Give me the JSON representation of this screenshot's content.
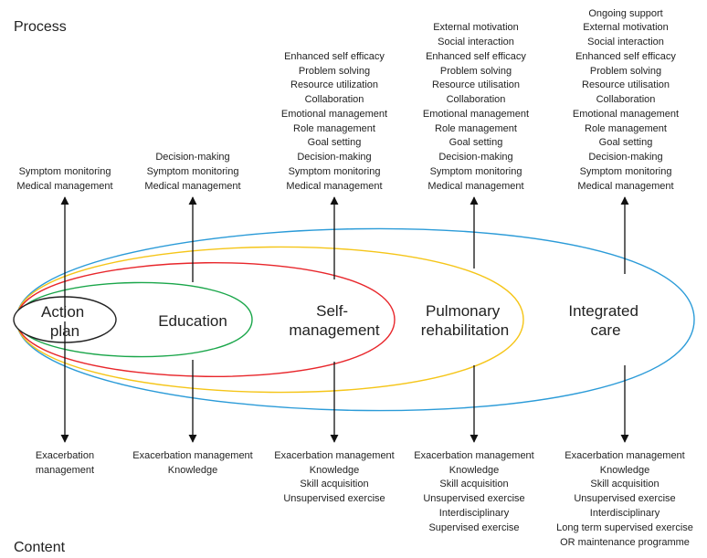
{
  "labels": {
    "process": "Process",
    "content": "Content"
  },
  "stages": [
    {
      "id": "action-plan",
      "name_lines": [
        "Action",
        "plan"
      ],
      "color": "#222222",
      "process": [
        "Symptom monitoring",
        "Medical management"
      ],
      "content": [
        "Exacerbation",
        "management"
      ]
    },
    {
      "id": "education",
      "name_lines": [
        "Education"
      ],
      "color": "#1aa64a",
      "process": [
        "Decision-making",
        "Symptom monitoring",
        "Medical management"
      ],
      "content": [
        "Exacerbation management",
        "Knowledge"
      ]
    },
    {
      "id": "self-management",
      "name_lines": [
        "Self-",
        "management"
      ],
      "color": "#e8262b",
      "process": [
        "Enhanced self efficacy",
        "Problem solving",
        "Resource utilization",
        "Collaboration",
        "Emotional management",
        "Role management",
        "Goal setting",
        "Decision-making",
        "Symptom monitoring",
        "Medical management"
      ],
      "content": [
        "Exacerbation management",
        "Knowledge",
        "Skill acquisition",
        "Unsupervised exercise"
      ]
    },
    {
      "id": "pulmonary-rehabilitation",
      "name_lines": [
        "Pulmonary",
        "rehabilitation"
      ],
      "color": "#f5c518",
      "process": [
        "External motivation",
        "Social interaction",
        "Enhanced self efficacy",
        "Problem solving",
        "Resource utilisation",
        "Collaboration",
        "Emotional management",
        "Role management",
        "Goal setting",
        "Decision-making",
        "Symptom monitoring",
        "Medical management"
      ],
      "content": [
        "Exacerbation management",
        "Knowledge",
        "Skill acquisition",
        "Unsupervised exercise",
        "Interdisciplinary",
        "Supervised exercise"
      ]
    },
    {
      "id": "integrated-care",
      "name_lines": [
        "Integrated",
        "care"
      ],
      "color": "#2b9bd8",
      "process": [
        "Ongoing support",
        "External motivation",
        "Social interaction",
        "Enhanced self efficacy",
        "Problem solving",
        "Resource utilisation",
        "Collaboration",
        "Emotional management",
        "Role management",
        "Goal setting",
        "Decision-making",
        "Symptom monitoring",
        "Medical management"
      ],
      "content": [
        "Exacerbation management",
        "Knowledge",
        "Skill acquisition",
        "Unsupervised exercise",
        "Interdisciplinary",
        "Long term supervised exercise",
        "OR maintenance programme"
      ]
    }
  ]
}
